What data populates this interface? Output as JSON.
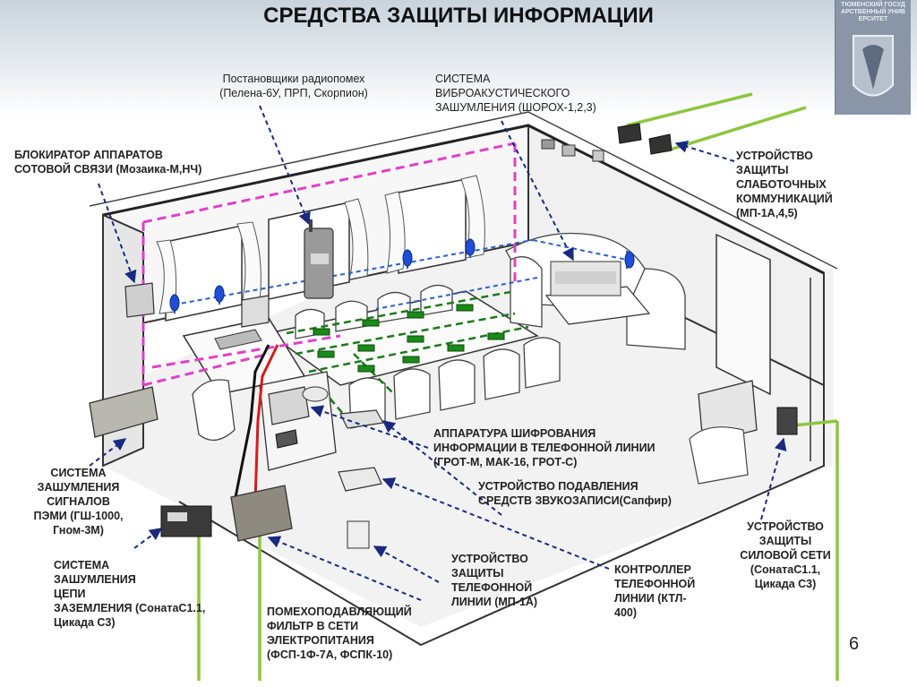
{
  "title": "СРЕДСТВА ЗАЩИТЫ ИНФОРМАЦИИ",
  "logo_text": "ТЮМЕНСКИЙ ГОСУДАРСТВЕННЫЙ УНИВЕРСИТЕТ",
  "page_number": "6",
  "labels": {
    "jammers": "Постановщики радиопомех\n(Пелена-6У, ПРП, Скорпион)",
    "vibro": "СИСТЕМА\nВИБРОАКУСТИЧЕСКОГО\nЗАШУМЛЕНИЯ (ШОРОХ-1,2,3)",
    "cell_blocker": "БЛОКИРАТОР АППАРАТОВ\nСОТОВОЙ СВЯЗИ (Мозаика-М,НЧ)",
    "lowcurrent": "УСТРОЙСТВО\nЗАЩИТЫ\nСЛАБОТОЧНЫХ\nКОММУНИКАЦИЙ\n(МП-1А,4,5)",
    "encryption": "АППАРАТУРА ШИФРОВАНИЯ\nИНФОРМАЦИИ В ТЕЛЕФОННОЙ ЛИНИИ\n(ГРОТ-М, МАК-16, ГРОТ-С)",
    "recorder_supp": "УСТРОЙСТВО ПОДАВЛЕНИЯ\nСРЕДСТВ ЗВУКОЗАПИСИ(Сапфир)",
    "pemi": "СИСТЕМА\nЗАШУМЛЕНИЯ\nСИГНАЛОВ\nПЭМИ (ГШ-1000,\nГном-3М)",
    "grounding": "СИСТЕМА\nЗАШУМЛЕНИЯ\nЦЕПИ\nЗАЗЕМЛЕНИЯ (СонатаС1.1,\nЦикада С3)",
    "phone_protect": "УСТРОЙСТВО\nЗАЩИТЫ\nТЕЛЕФОННОЙ\nЛИНИИ (МП-1А)",
    "ktl": "КОНТРОЛЛЕР\nТЕЛЕФОННОЙ\nЛИНИИ (КТЛ-\n400)",
    "power_protect": "УСТРОЙСТВО\nЗАЩИТЫ\nСИЛОВОЙ СЕТИ\n(СонатаС1.1,\nЦикада С3)",
    "filter": "ПОМЕХОПОДАВЛЯЮЩИЙ\nФИЛЬТР В СЕТИ\nЭЛЕКТРОПИТАНИЯ\n(ФСП-1Ф-7А, ФСПК-10)"
  },
  "colors": {
    "pink_line": "#e040c8",
    "green_line": "#1a7a1a",
    "blue_line": "#2a5fd0",
    "power_wire": "#8ec63f",
    "phone_wire_red": "#d81b1b",
    "phone_wire_black": "#111111",
    "arrow": "#1a2a80"
  }
}
